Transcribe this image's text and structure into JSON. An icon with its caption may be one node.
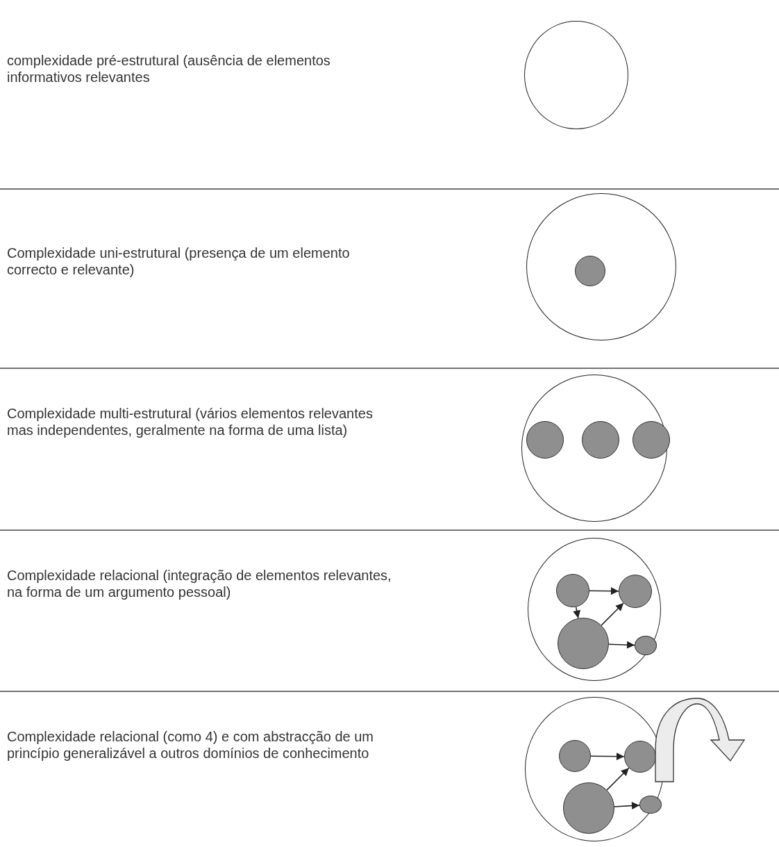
{
  "diagram": {
    "nodes": [
      {
        "text": [],
        "shape": "circle"
      },
      {
        "text": [],
        "shape": "circle"
      },
      {
        "text": [],
        "shape": "circle",
        "in": 1
      },
      {
        "text": [],
        "shape": "circle"
      },
      {
        "text": [],
        "shape": "circle",
        "in": 3
      },
      {
        "text": [],
        "shape": "circle",
        "in": 3
      },
      {
        "text": [],
        "shape": "circle",
        "in": 3
      },
      {
        "text": [],
        "shape": "circle"
      },
      {
        "text": [],
        "shape": "circle",
        "in": 7
      },
      {
        "text": [],
        "shape": "circle",
        "in": 7
      },
      {
        "text": [],
        "shape": "circle",
        "in": 7
      },
      {
        "text": [],
        "shape": "circle",
        "in": 7
      },
      {
        "text": [],
        "shape": "circle"
      },
      {
        "text": [],
        "shape": "circle",
        "in": 12
      },
      {
        "text": [],
        "shape": "circle",
        "in": 12
      },
      {
        "text": [],
        "shape": "circle",
        "in": 12
      },
      {
        "text": [],
        "shape": "circle",
        "in": 12
      }
    ],
    "edges": [
      {
        "from": 8,
        "to": 9,
        "arrow": "to"
      },
      {
        "from": 8,
        "to": 10,
        "arrow": "to"
      },
      {
        "from": 10,
        "to": 9,
        "arrow": "to"
      },
      {
        "from": 10,
        "to": 11,
        "arrow": "to"
      },
      {
        "from": 13,
        "to": 14,
        "arrow": "to"
      },
      {
        "from": 15,
        "to": 14,
        "arrow": "to"
      },
      {
        "from": 15,
        "to": 16,
        "arrow": "to"
      },
      {
        "from": 12,
        "to": null,
        "arrow": "to",
        "style": "thick"
      }
    ],
    "labels": [
      "complexidade pré-estrutural (ausência de elementos informativos relevantes",
      "Complexidade uni-estrutural (presença de um elemento correcto e relevante)",
      "Complexidade multi-estrutural (vários elementos relevantes mas independentes, geralmente na forma de uma lista)",
      "Complexidade relacional (integração de elementos relevantes, na forma de um argumento pessoal)",
      "Complexidade relacional (como 4) e com abstracção de um princípio generalizável a outros domínios de conhecimento"
    ]
  }
}
